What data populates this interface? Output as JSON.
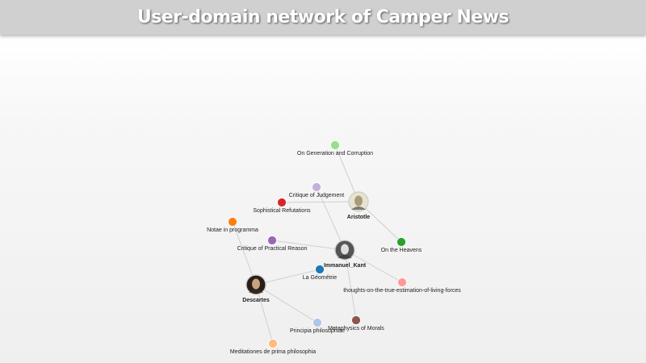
{
  "header": {
    "title": "User-domain network of Camper News"
  },
  "graph": {
    "users": [
      {
        "id": "Aristotle",
        "label": "Aristotle",
        "icon": "aristotle-portrait-icon"
      },
      {
        "id": "Immanuel_Kant",
        "label": "Immanuel_Kant",
        "icon": "kant-portrait-icon"
      },
      {
        "id": "Descartes",
        "label": "Descartes",
        "icon": "descartes-portrait-icon"
      }
    ],
    "domains": [
      {
        "id": "gen",
        "label": "On Generation and Corruption",
        "color": "#98df8a"
      },
      {
        "id": "judg",
        "label": "Critique of Judgement",
        "color": "#c5b0d5"
      },
      {
        "id": "soph",
        "label": "Sophistical Refutations",
        "color": "#d62728"
      },
      {
        "id": "notae",
        "label": "Notae in programma",
        "color": "#ff7f0e"
      },
      {
        "id": "prac",
        "label": "Critique of Practical Reason",
        "color": "#9467bd"
      },
      {
        "id": "heav",
        "label": "On the Heavens",
        "color": "#2ca02c"
      },
      {
        "id": "geom",
        "label": "La Géométrie",
        "color": "#1f77b4"
      },
      {
        "id": "thou",
        "label": "thoughts-on-the-true-estimation-of-living-forces",
        "color": "#ff9896"
      },
      {
        "id": "meta",
        "label": "Metaphysics of Morals",
        "color": "#8c564b"
      },
      {
        "id": "princ",
        "label": "Principia philosophiae",
        "color": "#aec7e8"
      },
      {
        "id": "medit",
        "label": "Meditationes de prima philosophia",
        "color": "#ffbb78"
      }
    ],
    "edges": [
      [
        "Aristotle",
        "gen"
      ],
      [
        "Aristotle",
        "soph"
      ],
      [
        "Aristotle",
        "heav"
      ],
      [
        "Immanuel_Kant",
        "judg"
      ],
      [
        "Immanuel_Kant",
        "prac"
      ],
      [
        "Immanuel_Kant",
        "thou"
      ],
      [
        "Immanuel_Kant",
        "meta"
      ],
      [
        "Descartes",
        "notae"
      ],
      [
        "Descartes",
        "geom"
      ],
      [
        "Descartes",
        "princ"
      ],
      [
        "Descartes",
        "medit"
      ]
    ]
  }
}
